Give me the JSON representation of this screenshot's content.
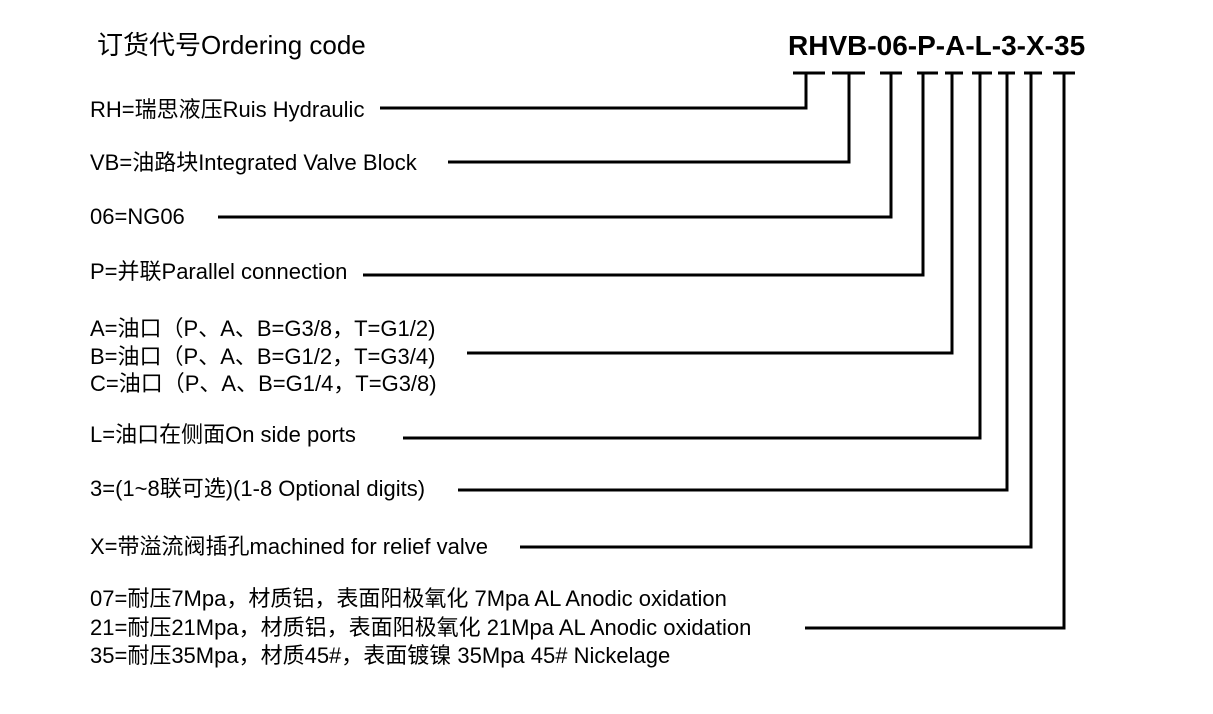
{
  "page": {
    "title": "订货代号Ordering code",
    "ordering_code": "RHVB-06-P-A-L-3-X-35"
  },
  "colors": {
    "text": "#000000",
    "background": "#ffffff",
    "line": "#000000"
  },
  "legend": {
    "manufacturer": "RH=瑞思液压Ruis Hydraulic",
    "product": "VB=油路块Integrated Valve Block",
    "size": "06=NG06",
    "connection": "P=并联Parallel connection",
    "ports": [
      "A=油口（P、A、B=G3/8，T=G1/2)",
      "B=油口（P、A、B=G1/2，T=G3/4)",
      "C=油口（P、A、B=G1/4，T=G3/8)"
    ],
    "side_ports": "L=油口在侧面On side ports",
    "sections": "3=(1~8联可选)(1-8 Optional digits)",
    "relief_valve": "X=带溢流阀插孔machined for relief valve",
    "pressure_material": [
      "07=耐压7Mpa，材质铝，表面阳极氧化 7Mpa AL Anodic oxidation",
      "21=耐压21Mpa，材质铝，表面阳极氧化 21Mpa AL Anodic oxidation",
      "35=耐压35Mpa，材质45#，表面镀镍 35Mpa 45# Nickelage"
    ]
  }
}
